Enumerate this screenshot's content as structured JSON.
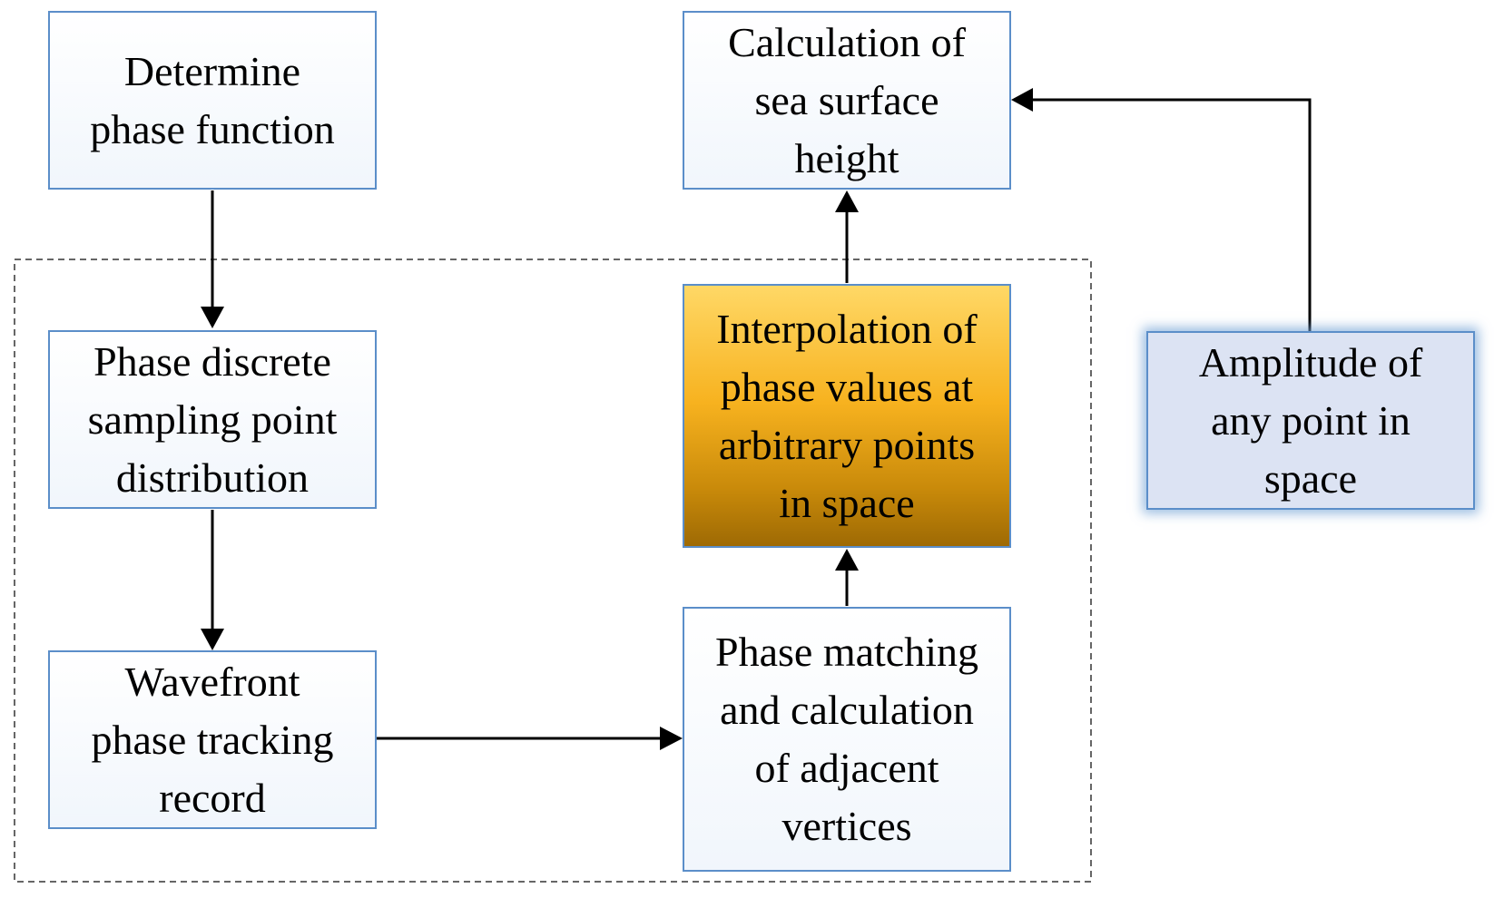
{
  "diagram": {
    "nodes": {
      "determine": {
        "lines": [
          "Determine",
          "phase function"
        ]
      },
      "sampling": {
        "lines": [
          "Phase discrete",
          "sampling point",
          "distribution"
        ]
      },
      "wavefront": {
        "lines": [
          "Wavefront",
          "phase tracking",
          "record"
        ]
      },
      "matching": {
        "lines": [
          "Phase matching",
          "and calculation",
          "of adjacent",
          "vertices"
        ]
      },
      "interpolation": {
        "lines": [
          "Interpolation of",
          "phase values at",
          "arbitrary points",
          "in space"
        ]
      },
      "sea_height": {
        "lines": [
          "Calculation of",
          "sea surface",
          "height"
        ]
      },
      "amplitude": {
        "lines": [
          "Amplitude of",
          "any point in",
          "space"
        ]
      }
    },
    "edges": [
      {
        "from": "Determine phase function",
        "to": "Phase discrete sampling point distribution"
      },
      {
        "from": "Phase discrete sampling point distribution",
        "to": "Wavefront phase tracking record"
      },
      {
        "from": "Wavefront phase tracking record",
        "to": "Phase matching and calculation of adjacent vertices"
      },
      {
        "from": "Phase matching and calculation of adjacent vertices",
        "to": "Interpolation of phase values at arbitrary points in space"
      },
      {
        "from": "Interpolation of phase values at arbitrary points in space",
        "to": "Calculation of sea surface height"
      },
      {
        "from": "Amplitude of any point in space",
        "to": "Calculation of sea surface height"
      }
    ],
    "colors": {
      "box_border": "#5b8ec9",
      "highlight_fill": "#f7b21f",
      "amplitude_fill": "#dce3f3",
      "arrow": "#000000"
    }
  }
}
